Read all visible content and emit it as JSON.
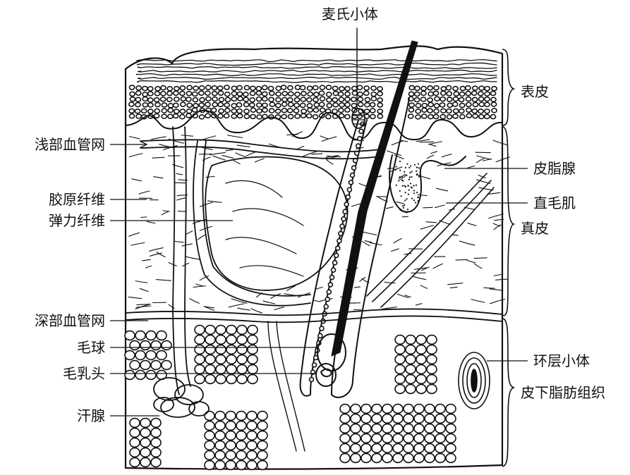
{
  "figure": {
    "top_label": "麦氏小体",
    "left_labels": [
      {
        "id": "superficial-plexus",
        "text": "浅部血管网"
      },
      {
        "id": "collagen-fiber",
        "text": "胶原纤维"
      },
      {
        "id": "elastic-fiber",
        "text": "弹力纤维"
      },
      {
        "id": "deep-plexus",
        "text": "深部血管网"
      },
      {
        "id": "hair-bulb",
        "text": "毛球"
      },
      {
        "id": "hair-papilla",
        "text": "毛乳头"
      },
      {
        "id": "sweat-gland",
        "text": "汗腺"
      }
    ],
    "right_labels": [
      {
        "id": "sebaceous-gland",
        "text": "皮脂腺"
      },
      {
        "id": "arrector-pili",
        "text": "直毛肌"
      },
      {
        "id": "pacinian-corpuscle",
        "text": "环层小体"
      }
    ],
    "layer_labels": [
      {
        "id": "epidermis",
        "text": "表皮"
      },
      {
        "id": "dermis",
        "text": "真皮"
      },
      {
        "id": "subcutaneous",
        "text": "皮下脂肪组织"
      }
    ]
  },
  "colors": {
    "ink": "#111111",
    "paper": "#ffffff"
  }
}
